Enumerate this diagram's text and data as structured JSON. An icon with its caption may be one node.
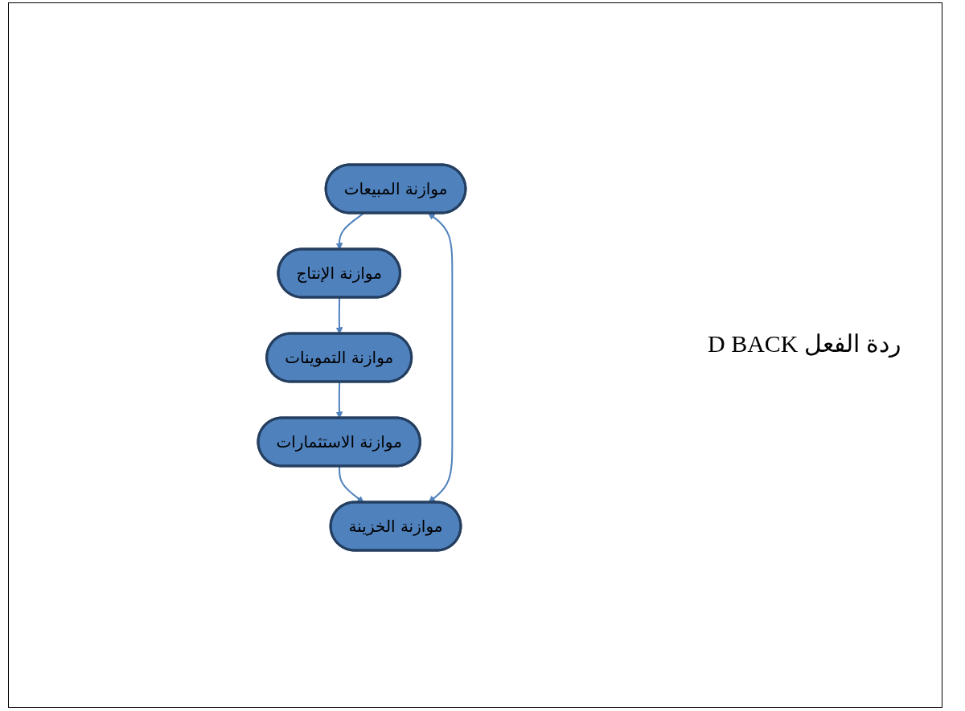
{
  "diagram": {
    "nodes": [
      {
        "text": [
          "موازنة المبيعات"
        ]
      },
      {
        "text": [
          "موازنة الإنتاج"
        ]
      },
      {
        "text": [
          "موازنة التموينات"
        ]
      },
      {
        "text": [
          "موازنة الاستثمارات"
        ]
      },
      {
        "text": [
          "موازنة الخزينة"
        ]
      }
    ],
    "edges": [
      {
        "from": 0,
        "to": 1,
        "arrow": "to"
      },
      {
        "from": 1,
        "to": 2,
        "arrow": "to"
      },
      {
        "from": 2,
        "to": 3,
        "arrow": "to"
      },
      {
        "from": 3,
        "to": 4,
        "arrow": "to"
      },
      {
        "from": 4,
        "to": 0,
        "arrow": "both"
      }
    ],
    "labels": [
      "ردة الفعل D BACK"
    ]
  }
}
